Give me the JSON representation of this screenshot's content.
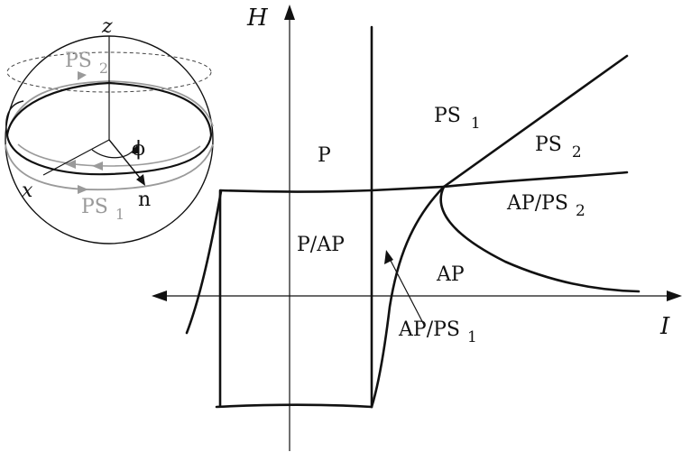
{
  "phase_diagram": {
    "axis_labels": {
      "vertical": "H",
      "horizontal": "I"
    },
    "regions": {
      "p": "P",
      "p_ap": "P/AP",
      "ps1": "PS",
      "ps1_sub": "1",
      "ps2": "PS",
      "ps2_sub": "2",
      "ap_ps2": "AP/PS",
      "ap_ps2_sub": "2",
      "ap": "AP",
      "ap_ps1_annotation": "AP/PS",
      "ap_ps1_annotation_sub": "1"
    }
  },
  "sphere_inset": {
    "axis_z": "z",
    "axis_x": "x",
    "vector_n": "n",
    "angle_phi": "ϕ",
    "orbit_ps2": "PS",
    "orbit_ps2_sub": "2",
    "orbit_ps1": "PS",
    "orbit_ps1_sub": "1"
  },
  "colors": {
    "ink": "#111111",
    "orbit_grey": "#9a9a9a"
  }
}
